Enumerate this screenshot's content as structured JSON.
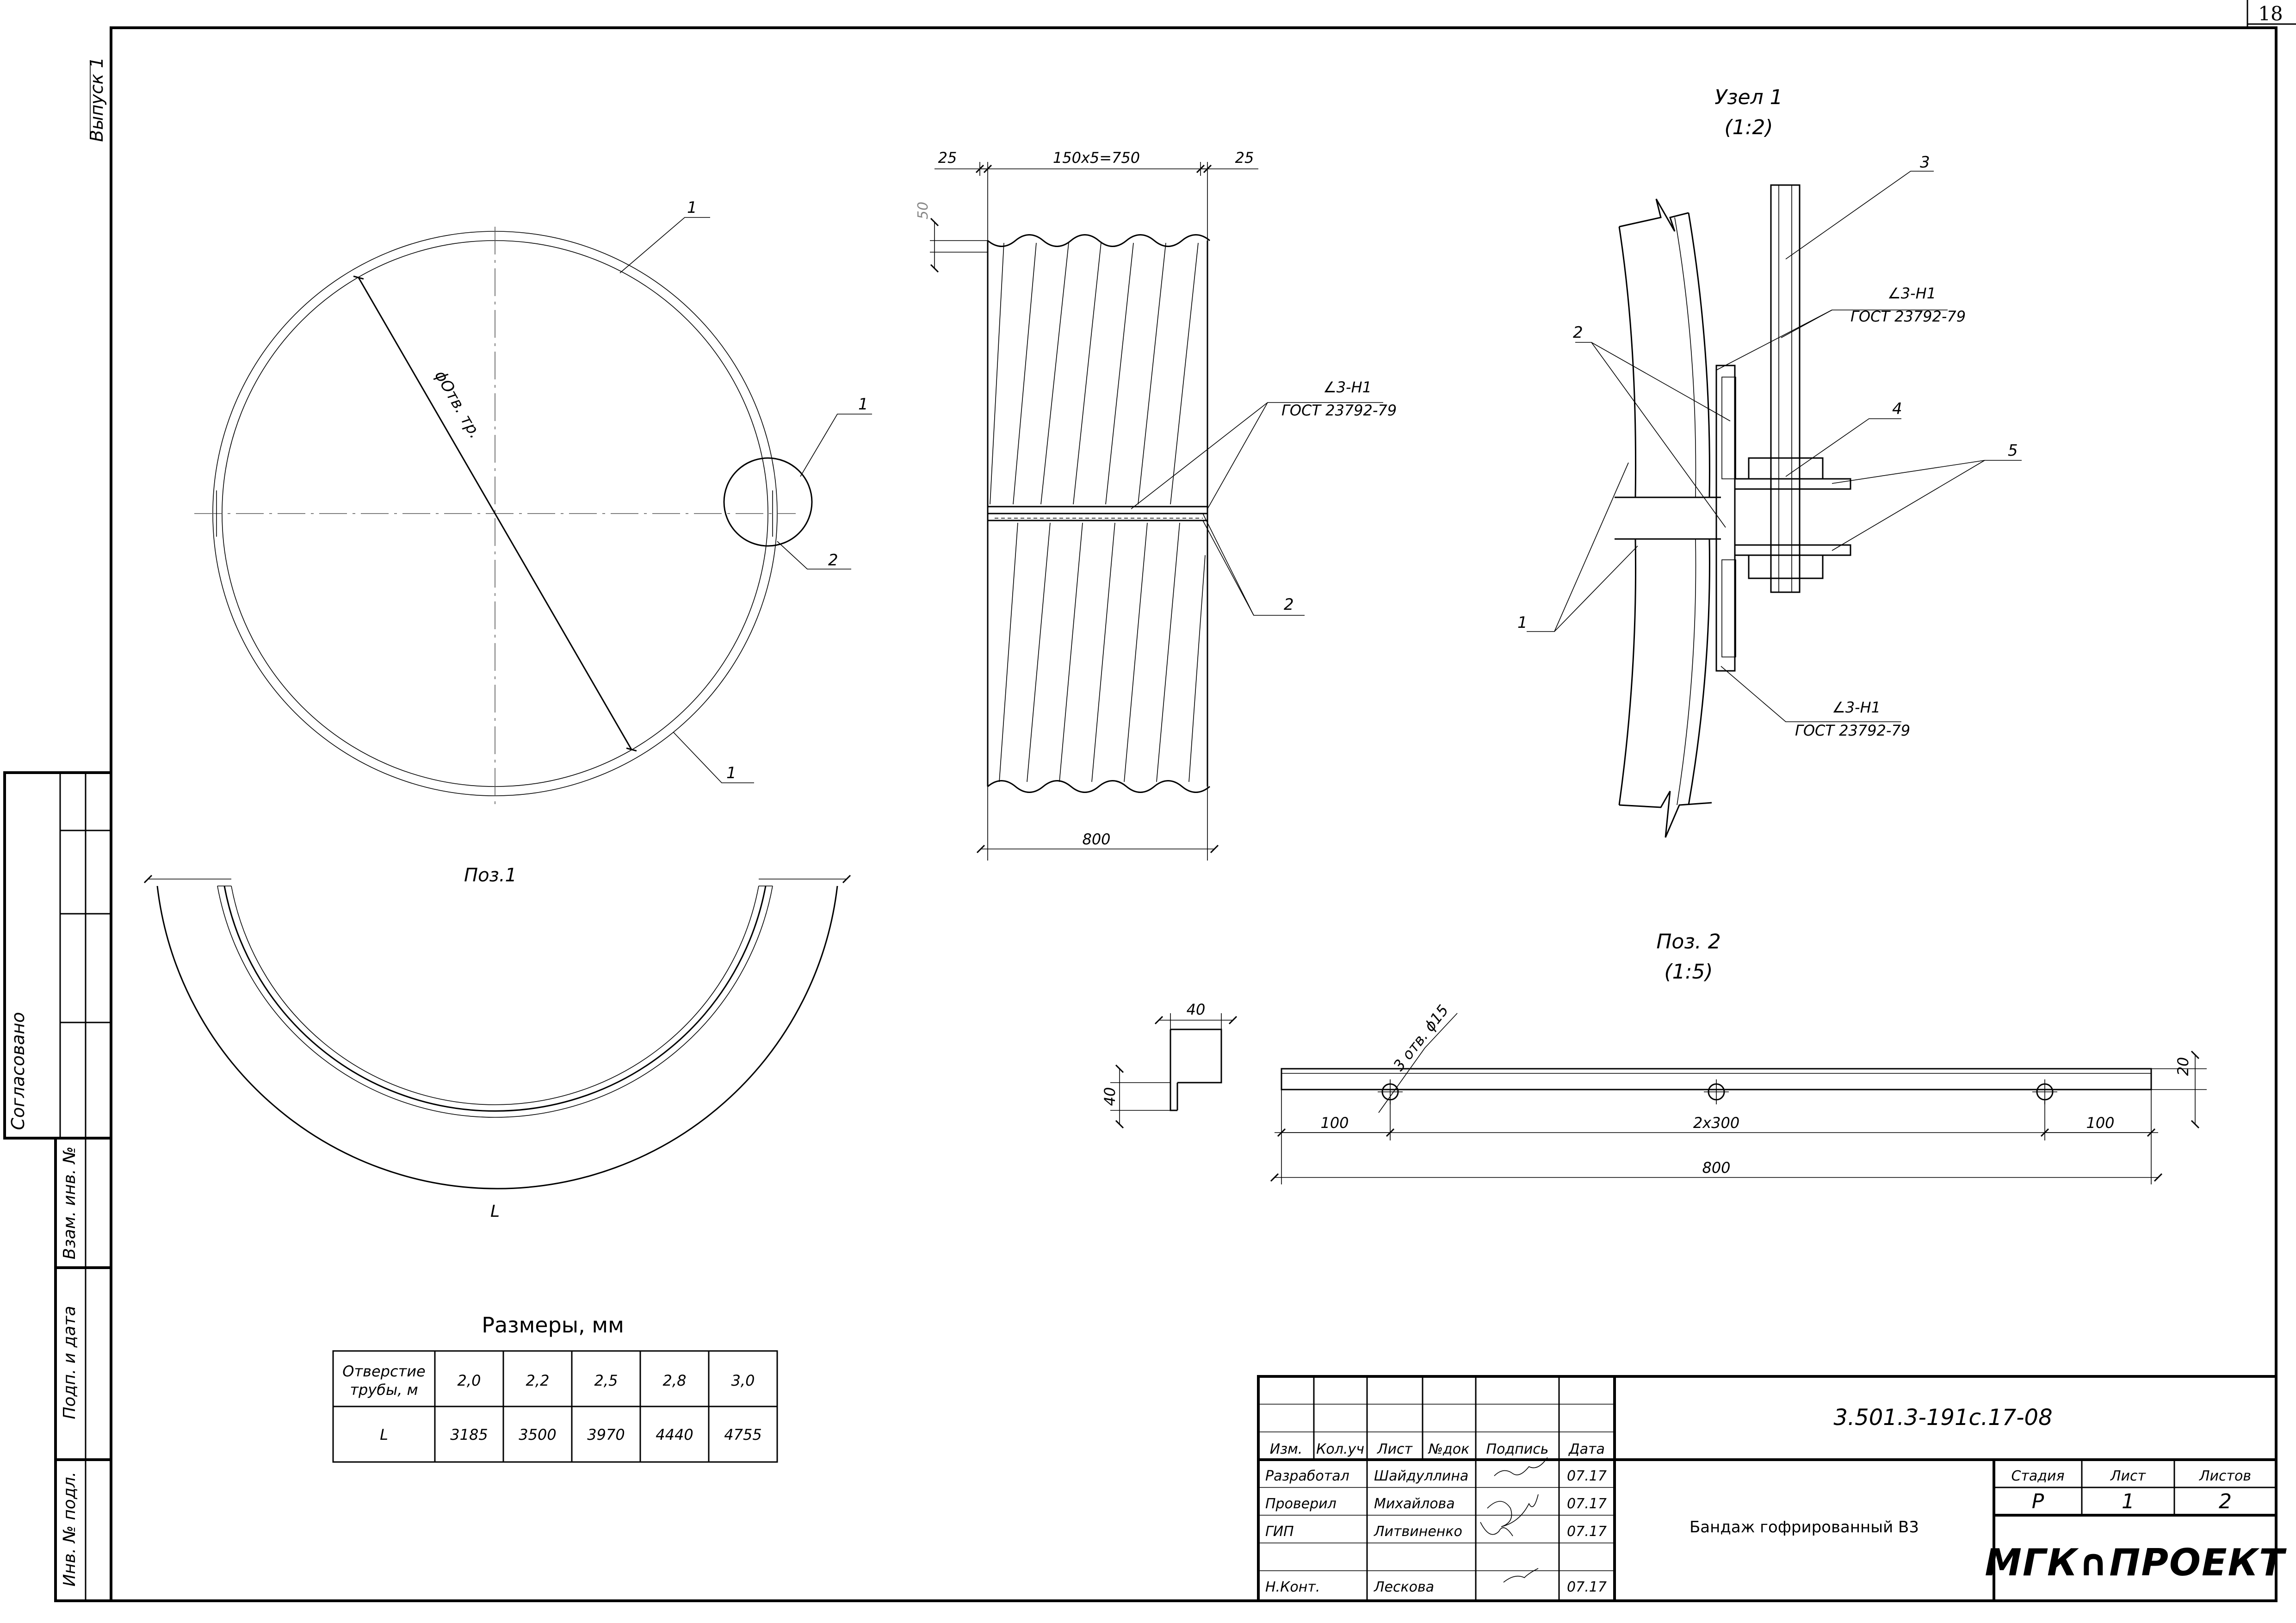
{
  "sheet_number": "18",
  "side_stamps": {
    "release": "Выпуск 1",
    "agreed": "Согласовано",
    "replaced_inv": "Взам. инв. №",
    "signature_date": "Подп. и дата",
    "original_inv": "Инв. № подл."
  },
  "views": {
    "ring": {
      "callout_1": "1",
      "callout_2": "2",
      "diameter": "ϕОтв. тр."
    },
    "pos1": {
      "title": "Поз.1",
      "length_label": "L"
    },
    "side": {
      "dim_left": "25",
      "dim_mid": "150x5=750",
      "dim_right": "25",
      "dim_pitch": "50",
      "dim_total": "800",
      "weld_symbol": "∠3-Н1",
      "weld_standard": "ГОСТ 23792-79",
      "callout_2": "2"
    },
    "node1": {
      "title": "Узел 1",
      "scale": "(1:2)",
      "c1": "1",
      "c2": "2",
      "c3": "3",
      "c4": "4",
      "c5": "5",
      "weld_symbol_1": "∠3-Н1",
      "weld_standard_1": "ГОСТ 23792-79",
      "weld_symbol_2": "∠3-Н1",
      "weld_standard_2": "ГОСТ 23792-79"
    },
    "pos2": {
      "title": "Поз. 2",
      "scale": "(1:5)",
      "holes": "3 отв. ϕ15",
      "dim_height": "20",
      "dim_left": "100",
      "dim_mid": "2x300",
      "dim_right": "100",
      "dim_total": "800",
      "angle_w": "40",
      "angle_h": "40"
    }
  },
  "sizes_table": {
    "title": "Размеры, мм",
    "row1_header_line1": "Отверстие",
    "row1_header_line2": "трубы, м",
    "row2_header": "L",
    "openings": [
      "2,0",
      "2,2",
      "2,5",
      "2,8",
      "3,0"
    ],
    "lengths": [
      "3185",
      "3500",
      "3970",
      "4440",
      "4755"
    ]
  },
  "title_block": {
    "doc_code": "3.501.3-191с.17-08",
    "name": "Бандаж гофрированный В3",
    "company": "МГК∩ПРОЕКТ",
    "col_headers": [
      "Изм.",
      "Кол.уч",
      "Лист",
      "№док",
      "Подпись",
      "Дата"
    ],
    "signers": [
      {
        "role": "Разработал",
        "name": "Шайдуллина",
        "date": "07.17"
      },
      {
        "role": "Проверил",
        "name": "Михайлова",
        "date": "07.17"
      },
      {
        "role": "ГИП",
        "name": "Литвиненко",
        "date": "07.17"
      },
      {
        "role": "Н.Конт.",
        "name": "Лескова",
        "date": "07.17"
      }
    ],
    "stage_label": "Стадия",
    "sheet_label": "Лист",
    "sheets_label": "Листов",
    "stage": "Р",
    "sheet": "1",
    "sheets": "2"
  }
}
